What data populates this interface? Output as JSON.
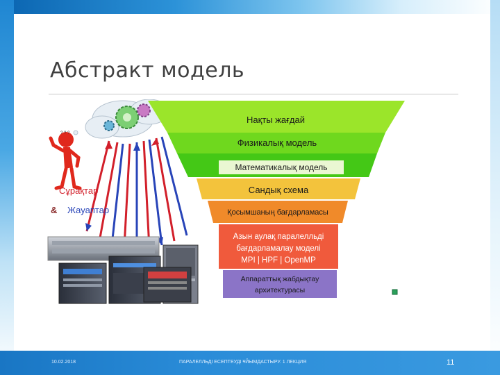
{
  "title": "Абстракт модель",
  "labels": {
    "questions": "Сұрақтар",
    "ampersand": "&",
    "answers": "Жауаптар"
  },
  "funnel": [
    {
      "text": "Нақты жағдай",
      "color": "#9be52a"
    },
    {
      "text": "Физикалық модель",
      "color": "#6fd81e"
    },
    {
      "text": "Математикалық модель",
      "color": "#44c816"
    },
    {
      "text": "Сандық схема",
      "color": "#f3c33c"
    },
    {
      "text": "Қосымшаның бағдарламасы",
      "color": "#f08a2a"
    },
    {
      "text_lines": [
        "Азын аулақ паралелльді",
        "бағдарламалау моделі",
        "MPI | HPF | OpenMP"
      ],
      "color": "#f05a3c"
    },
    {
      "text_lines": [
        "Аппараттық жабдықтау",
        "архитектурасы"
      ],
      "color": "#8b74c7"
    }
  ],
  "footer": {
    "date": "10.02.2018",
    "course": "ПАРАЛЕЛЛЬДІ ЕСЕПТЕУДІ ҰЙЫМДАСТЫРУ. 1 ЛЕКЦИЯ",
    "page": "11"
  },
  "colors": {
    "arrow_red": "#d21f2a",
    "arrow_blue": "#2844b8",
    "questions_text": "#d21f2a",
    "answers_text": "#2844b8",
    "theme_blue": "#1976c4"
  }
}
